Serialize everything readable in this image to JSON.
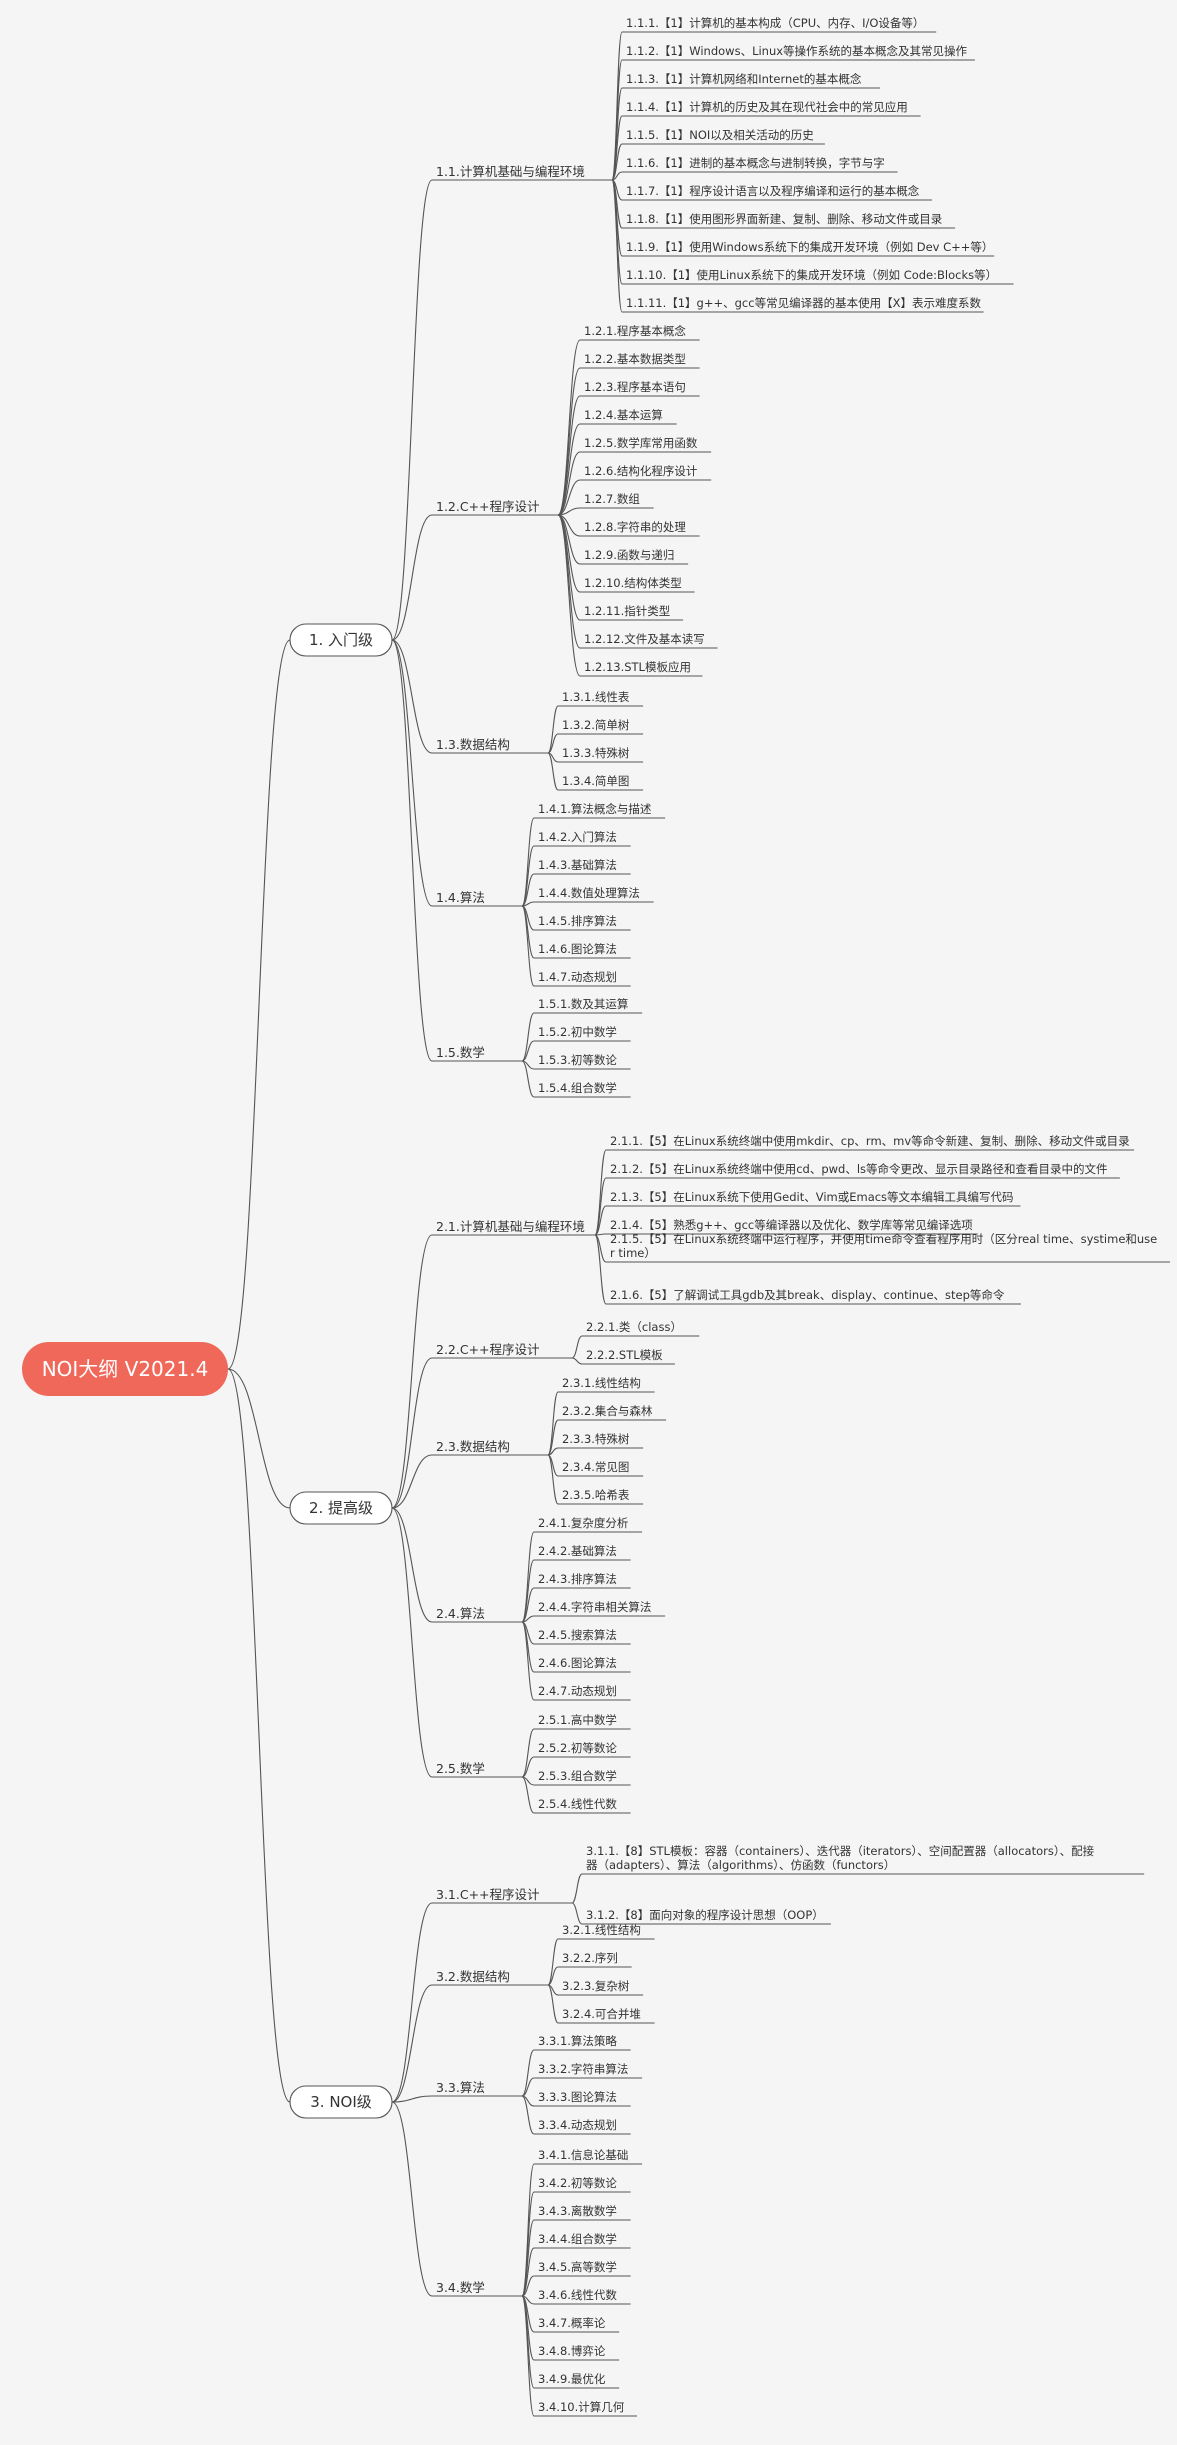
{
  "root": {
    "label": "NOI大纲 V2021.4",
    "color": "#f0685a"
  },
  "branches": [
    {
      "label": "1. 入门级",
      "children": [
        {
          "label": "1.1.计算机基础与编程环境",
          "children": [
            "1.1.1.【1】计算机的基本构成（CPU、内存、I/O设备等）",
            "1.1.2.【1】Windows、Linux等操作系统的基本概念及其常见操作",
            "1.1.3.【1】计算机网络和Internet的基本概念",
            "1.1.4.【1】计算机的历史及其在现代社会中的常见应用",
            "1.1.5.【1】NOI以及相关活动的历史",
            "1.1.6.【1】进制的基本概念与进制转换，字节与字",
            "1.1.7.【1】程序设计语言以及程序编译和运行的基本概念",
            "1.1.8.【1】使用图形界面新建、复制、删除、移动文件或目录",
            "1.1.9.【1】使用Windows系统下的集成开发环境（例如 Dev C++等）",
            "1.1.10.【1】使用Linux系统下的集成开发环境（例如 Code:Blocks等）",
            "1.1.11.【1】g++、gcc等常见编译器的基本使用【X】表示难度系数"
          ]
        },
        {
          "label": "1.2.C++程序设计",
          "children": [
            "1.2.1.程序基本概念",
            "1.2.2.基本数据类型",
            "1.2.3.程序基本语句",
            "1.2.4.基本运算",
            "1.2.5.数学库常用函数",
            "1.2.6.结构化程序设计",
            "1.2.7.数组",
            "1.2.8.字符串的处理",
            "1.2.9.函数与递归",
            "1.2.10.结构体类型",
            "1.2.11.指针类型",
            "1.2.12.文件及基本读写",
            "1.2.13.STL模板应用"
          ]
        },
        {
          "label": "1.3.数据结构",
          "children": [
            "1.3.1.线性表",
            "1.3.2.简单树",
            "1.3.3.特殊树",
            "1.3.4.简单图"
          ]
        },
        {
          "label": "1.4.算法",
          "children": [
            "1.4.1.算法概念与描述",
            "1.4.2.入门算法",
            "1.4.3.基础算法",
            "1.4.4.数值处理算法",
            "1.4.5.排序算法",
            "1.4.6.图论算法",
            "1.4.7.动态规划"
          ]
        },
        {
          "label": "1.5.数学",
          "children": [
            "1.5.1.数及其运算",
            "1.5.2.初中数学",
            "1.5.3.初等数论",
            "1.5.4.组合数学"
          ]
        }
      ]
    },
    {
      "label": "2. 提高级",
      "children": [
        {
          "label": "2.1.计算机基础与编程环境",
          "children": [
            "2.1.1.【5】在Linux系统终端中使用mkdir、cp、rm、mv等命令新建、复制、删除、移动文件或目录",
            "2.1.2.【5】在Linux系统终端中使用cd、pwd、ls等命令更改、显示目录路径和查看目录中的文件",
            "2.1.3.【5】在Linux系统下使用Gedit、Vim或Emacs等文本编辑工具编写代码",
            "2.1.4.【5】熟悉g++、gcc等编译器以及优化、数学库等常见编译选项",
            "2.1.5.【5】在Linux系统终端中运行程序，并使用time命令查看程序用时（区分real time、systime和user time）",
            "2.1.6.【5】了解调试工具gdb及其break、display、continue、step等命令"
          ]
        },
        {
          "label": "2.2.C++程序设计",
          "children": [
            "2.2.1.类（class）",
            "2.2.2.STL模板"
          ]
        },
        {
          "label": "2.3.数据结构",
          "children": [
            "2.3.1.线性结构",
            "2.3.2.集合与森林",
            "2.3.3.特殊树",
            "2.3.4.常见图",
            "2.3.5.哈希表"
          ]
        },
        {
          "label": "2.4.算法",
          "children": [
            "2.4.1.复杂度分析",
            "2.4.2.基础算法",
            "2.4.3.排序算法",
            "2.4.4.字符串相关算法",
            "2.4.5.搜索算法",
            "2.4.6.图论算法",
            "2.4.7.动态规划"
          ]
        },
        {
          "label": "2.5.数学",
          "children": [
            "2.5.1.高中数学",
            "2.5.2.初等数论",
            "2.5.3.组合数学",
            "2.5.4.线性代数"
          ]
        }
      ]
    },
    {
      "label": "3. NOI级",
      "children": [
        {
          "label": "3.1.C++程序设计",
          "children": [
            "3.1.1.【8】STL模板：容器（containers）、迭代器（iterators）、空间配置器（allocators）、配接器（adapters）、算法（algorithms）、仿函数（functors）",
            "3.1.2.【8】面向对象的程序设计思想（OOP）"
          ]
        },
        {
          "label": "3.2.数据结构",
          "children": [
            "3.2.1.线性结构",
            "3.2.2.序列",
            "3.2.3.复杂树",
            "3.2.4.可合并堆"
          ]
        },
        {
          "label": "3.3.算法",
          "children": [
            "3.3.1.算法策略",
            "3.3.2.字符串算法",
            "3.3.3.图论算法",
            "3.3.4.动态规划"
          ]
        },
        {
          "label": "3.4.数学",
          "children": [
            "3.4.1.信息论基础",
            "3.4.2.初等数论",
            "3.4.3.离散数学",
            "3.4.4.组合数学",
            "3.4.5.高等数学",
            "3.4.6.线性代数",
            "3.4.7.概率论",
            "3.4.8.博弈论",
            "3.4.9.最优化",
            "3.4.10.计算几何"
          ]
        }
      ]
    }
  ]
}
